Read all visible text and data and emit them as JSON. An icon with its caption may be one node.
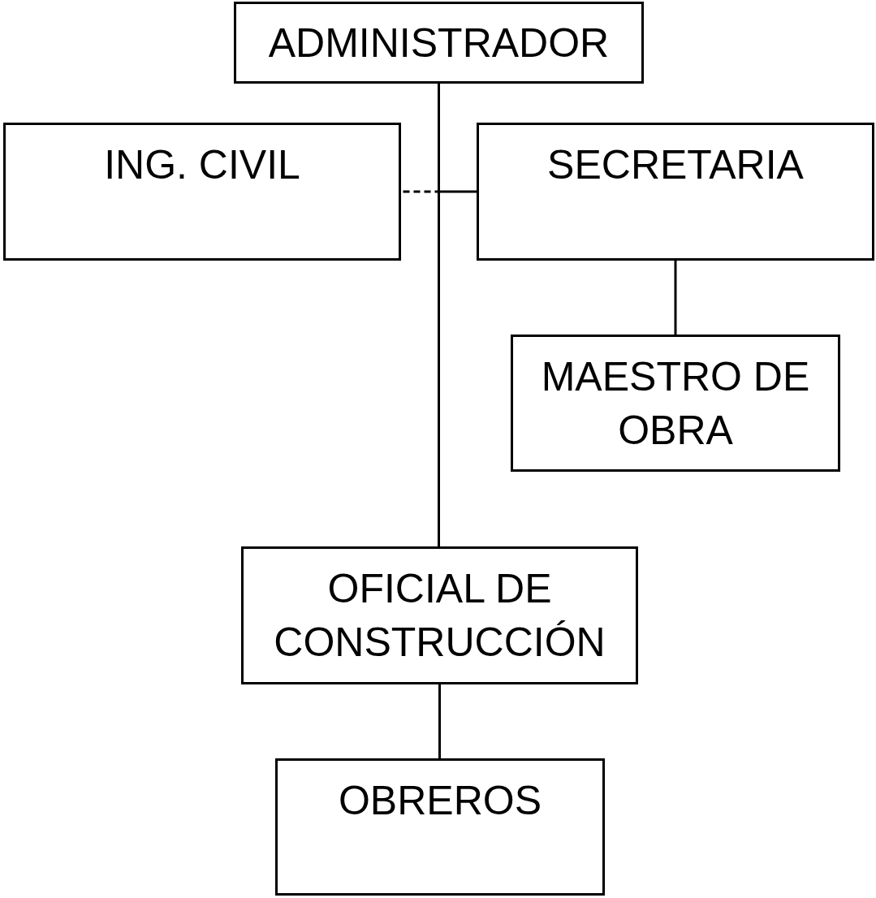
{
  "diagram": {
    "nodes": [
      {
        "text": [
          "ADMINISTRADOR"
        ]
      },
      {
        "text": [
          "ING. CIVIL"
        ]
      },
      {
        "text": [
          "SECRETARIA"
        ]
      },
      {
        "text": [
          "MAESTRO DE OBRA"
        ]
      },
      {
        "text": [
          "OFICIAL DE CONSTRUCCIÓN"
        ]
      },
      {
        "text": [
          "OBREROS"
        ]
      }
    ],
    "edges": [
      {
        "from": 0,
        "to": 4,
        "arrow": "none"
      },
      {
        "from": 0,
        "to": 1,
        "arrow": "none",
        "style": "dashed"
      },
      {
        "from": 0,
        "to": 2,
        "arrow": "none"
      },
      {
        "from": 2,
        "to": 3,
        "arrow": "none"
      },
      {
        "from": 4,
        "to": 5,
        "arrow": "none"
      }
    ]
  }
}
